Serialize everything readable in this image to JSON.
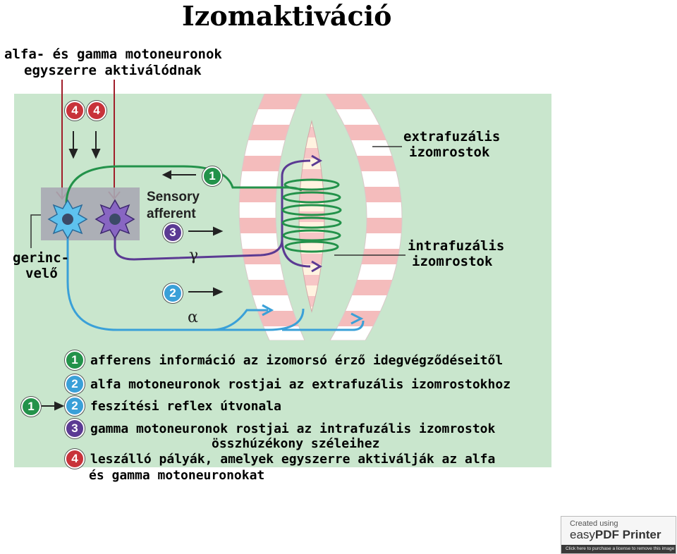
{
  "title": "Izomaktiváció",
  "top_note": [
    "alfa- és gamma motoneuronok",
    "egyszerre aktiválódnak"
  ],
  "labels": {
    "extrafusal": [
      "extrafuzális",
      "izomrostok"
    ],
    "intrafusal": [
      "intrafuzális",
      "izomrostok"
    ],
    "spinal_cord": [
      "gerinc-",
      "velő"
    ],
    "sensory": [
      "Sensory",
      "afferent"
    ],
    "gamma": "γ",
    "alpha": "α"
  },
  "badges": {
    "one": "1",
    "two": "2",
    "three": "3",
    "four": "4"
  },
  "legend": [
    {
      "num": "1",
      "text": "afferens információ az izomorsó érző idegvégződéseitől"
    },
    {
      "num": "2",
      "text": "alfa motoneuronok rostjai az extrafuzális izomrostokhoz"
    },
    {
      "num": "2",
      "text": "feszítési reflex útvonala",
      "prefix": "1"
    },
    {
      "num": "3",
      "text": "gamma motoneuronok rostjai az intrafuzális izomrostok",
      "cont": "összhúzékony széleihez"
    },
    {
      "num": "4",
      "text": "leszálló pályák, amelyek egyszerre aktiválják az alfa",
      "cont": "és gamma motoneuronokat"
    }
  ],
  "colors": {
    "panel_bg": "#c9e6cd",
    "green": "#23924a",
    "blue": "#3aa0d8",
    "purple": "#5b3a93",
    "red": "#c8323a",
    "darkred": "#a01e2a",
    "stripe": "#f4bcbc"
  },
  "watermark": {
    "line1": "Created using",
    "brand_a": "easy",
    "brand_b": "PDF Printer",
    "footer": "Click here to purchase a license to remove this image"
  }
}
